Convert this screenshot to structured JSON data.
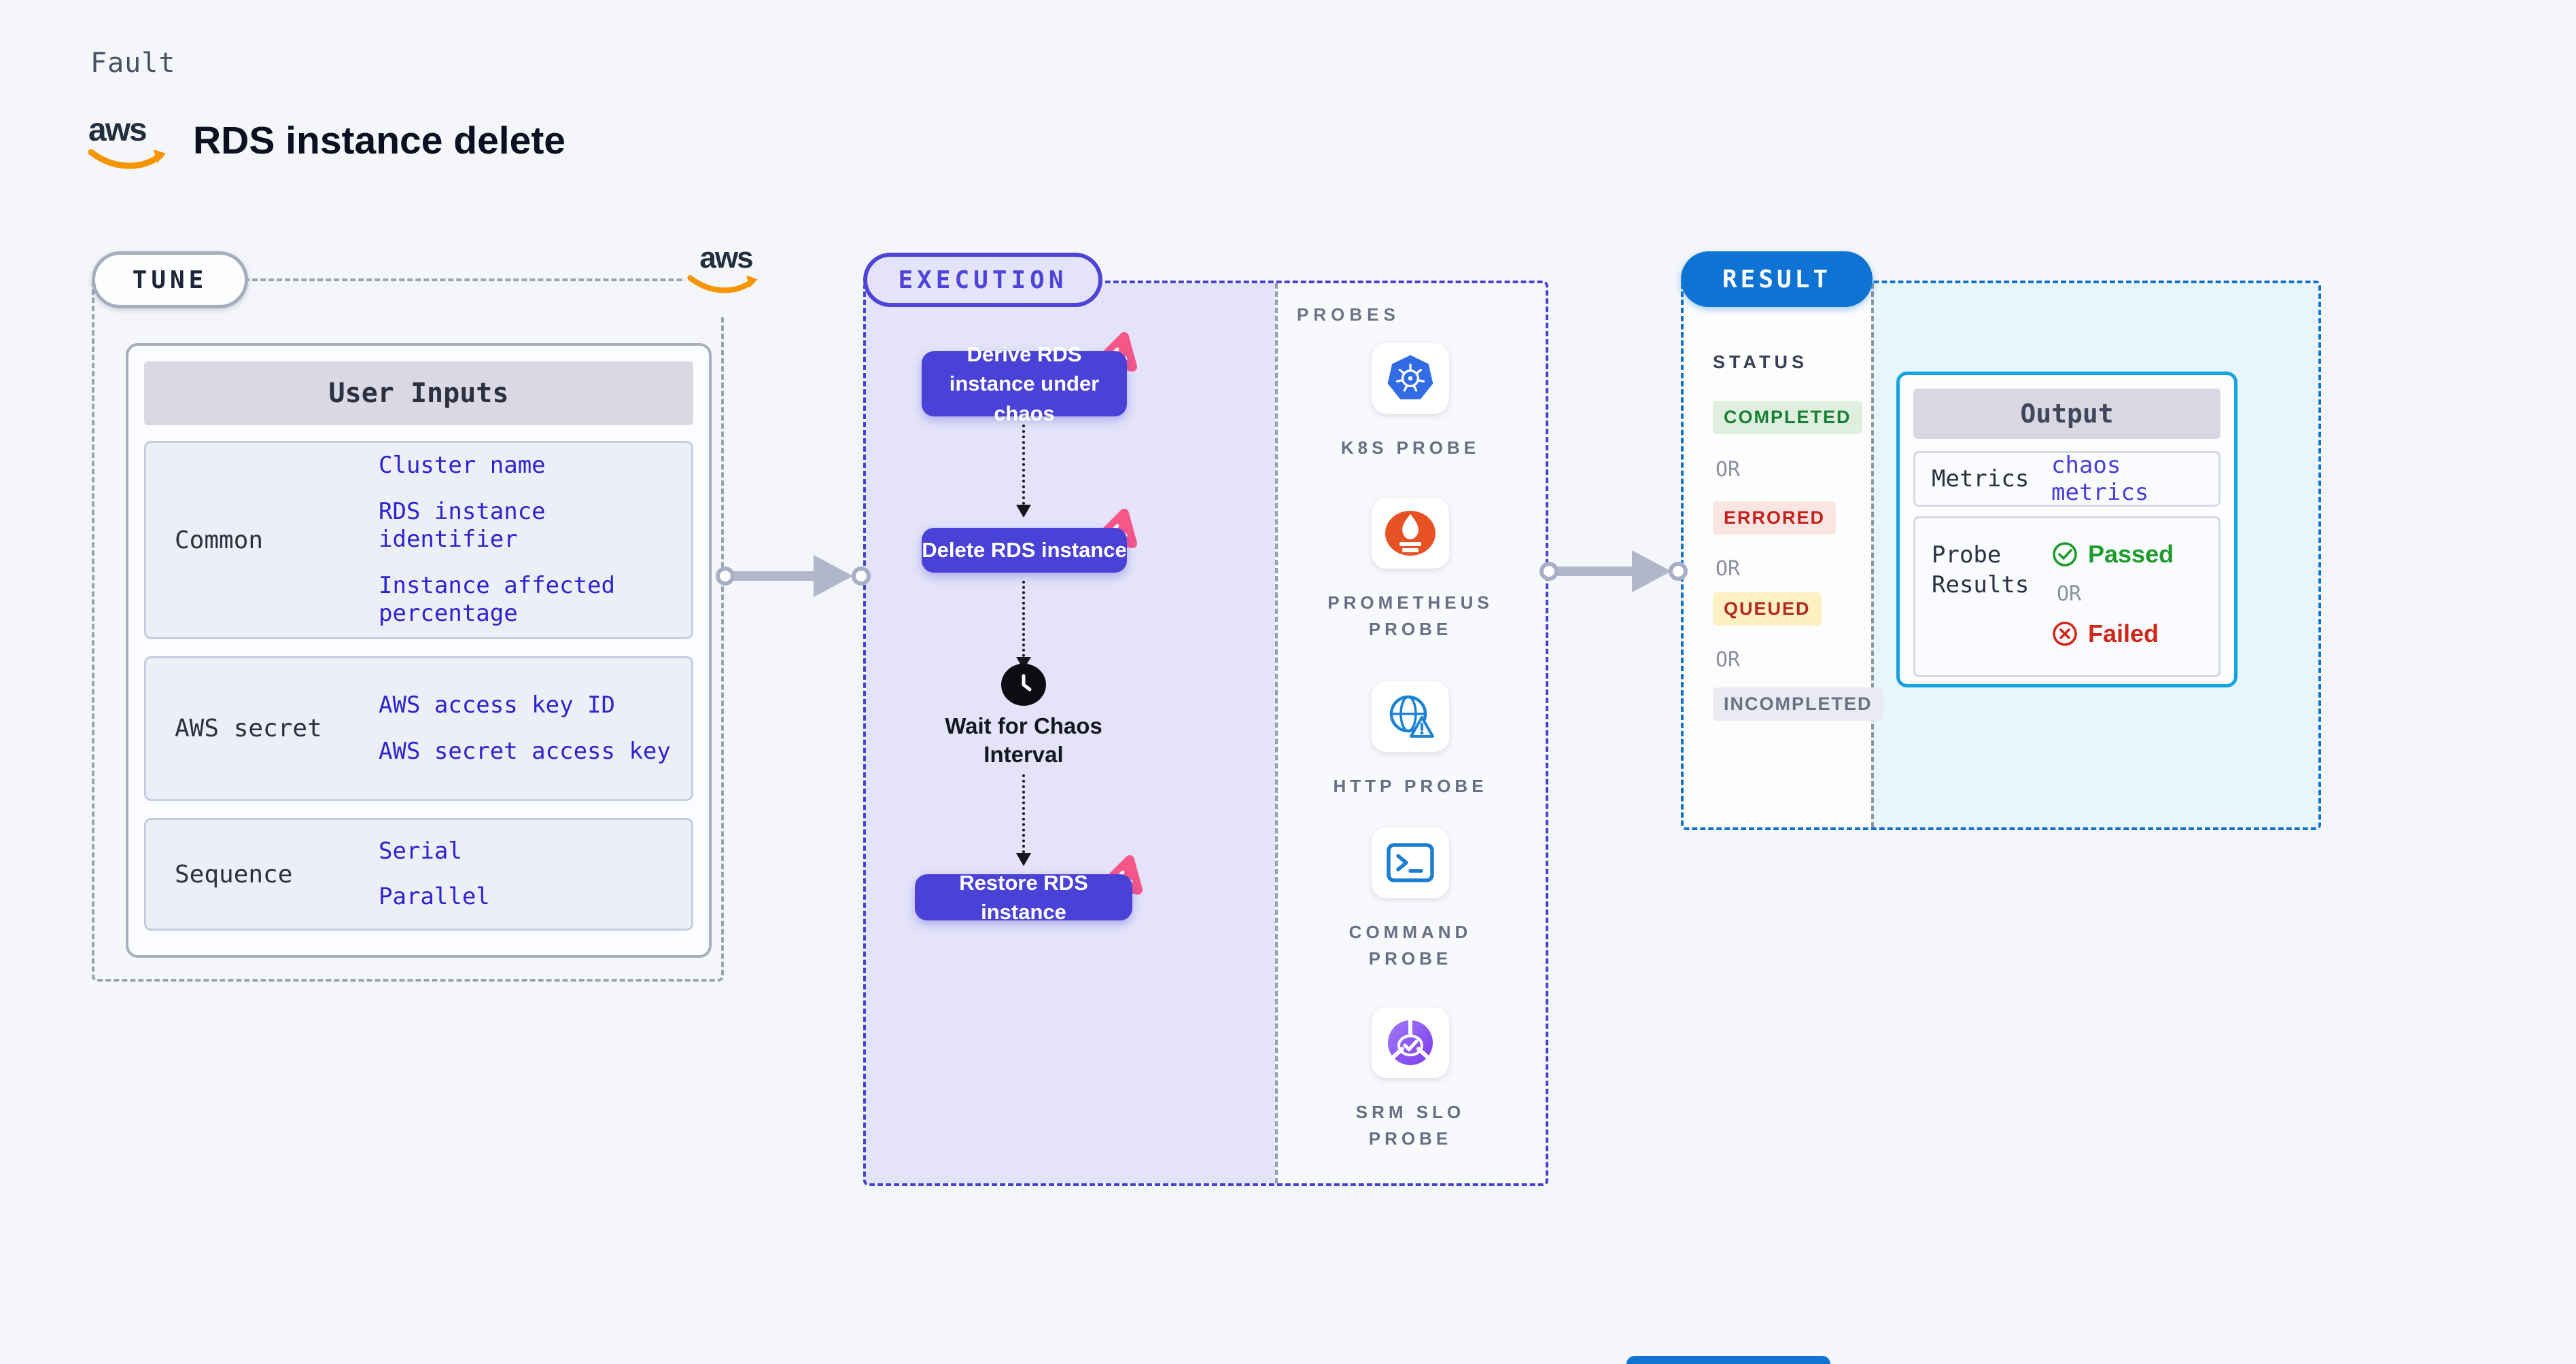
{
  "header": {
    "category_label": "Fault",
    "title": "RDS instance delete",
    "aws_logo_text": "aws"
  },
  "tune": {
    "pill_label": "TUNE",
    "aws_logo_text": "aws",
    "table_header": "User Inputs",
    "rows": [
      {
        "label": "Common",
        "values": [
          "Cluster name",
          "RDS instance identifier",
          "Instance affected percentage"
        ]
      },
      {
        "label": "AWS secret",
        "values": [
          "AWS access key ID",
          "AWS secret access key"
        ]
      },
      {
        "label": "Sequence",
        "values": [
          "Serial",
          "Parallel"
        ]
      }
    ]
  },
  "execution": {
    "pill_label": "EXECUTION",
    "steps": {
      "derive": "Derive RDS instance under chaos",
      "delete": "Delete RDS instance",
      "wait": "Wait for Chaos Interval",
      "restore": "Restore RDS instance"
    }
  },
  "probes": {
    "column_label": "PROBES",
    "items": [
      {
        "icon": "kubernetes-icon",
        "label": "K8S PROBE"
      },
      {
        "icon": "prometheus-icon",
        "label": "PROMETHEUS PROBE"
      },
      {
        "icon": "http-globe-icon",
        "label": "HTTP PROBE"
      },
      {
        "icon": "terminal-icon",
        "label": "COMMAND PROBE"
      },
      {
        "icon": "slo-check-icon",
        "label": "SRM SLO PROBE"
      }
    ]
  },
  "result": {
    "pill_label": "RESULT",
    "status_label": "STATUS",
    "or_label": "OR",
    "statuses": [
      {
        "label": "COMPLETED",
        "fg": "#1a7f37",
        "bg": "#def0dd"
      },
      {
        "label": "ERRORED",
        "fg": "#c3231c",
        "bg": "#fbe5e3"
      },
      {
        "label": "QUEUED",
        "fg": "#b02a20",
        "bg": "#fdf0c3"
      },
      {
        "label": "INCOMPLETED",
        "fg": "#6b7183",
        "bg": "#e9eaf2"
      }
    ],
    "output": {
      "header": "Output",
      "metrics_label": "Metrics",
      "metrics_value": "chaos metrics",
      "probe_results_label": "Probe Results",
      "passed_label": "Passed",
      "failed_label": "Failed"
    }
  },
  "colors": {
    "page_bg": "#f4f6fa",
    "accent_indigo": "#4a42d6",
    "accent_blue": "#0e73d2",
    "output_border_cyan": "#16a3e0",
    "execution_lavender": "#e4e3f9",
    "chaos_pink": "#f65789",
    "passed_green": "#1d9b2d",
    "failed_red": "#d02818",
    "link_blue": "#2e23d0",
    "aws_orange": "#f79400",
    "aws_navy": "#232f3e"
  }
}
